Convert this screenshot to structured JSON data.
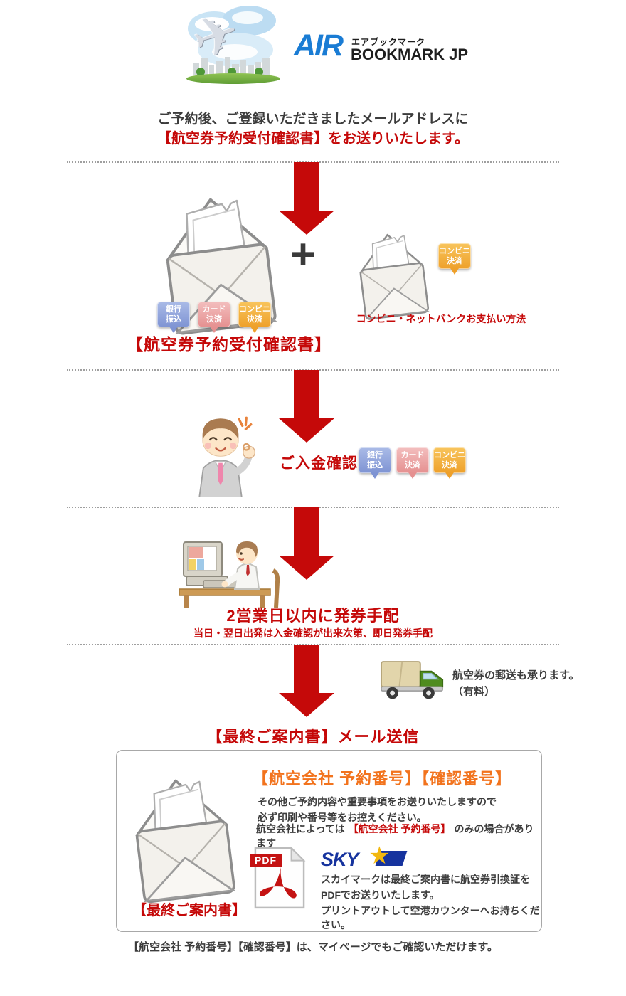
{
  "logo": {
    "air": "AIR",
    "kana": "エアブックマーク",
    "bookmark": "BOOKMARK JP",
    "plane_icon": "✈"
  },
  "intro": {
    "line1": "ご予約後、ご登録いただきましたメールアドレスに",
    "line2": "【航空券予約受付確認書】をお送りいたします。"
  },
  "payment_badges": [
    {
      "id": "bank-transfer",
      "line1": "銀行",
      "line2": "振込",
      "color": "#7e93d3"
    },
    {
      "id": "card-payment",
      "line1": "カード",
      "line2": "決済",
      "color": "#e59090"
    },
    {
      "id": "conbini-payment",
      "line1": "コンビニ",
      "line2": "決済",
      "color": "#eea02a"
    }
  ],
  "step1": {
    "envelope_label": "【航空券予約受付確認書】",
    "plus_sign": "+",
    "right_caption": "コンビニ・ネットバンクお支払い方法"
  },
  "step2": {
    "label": "ご入金確認"
  },
  "step3": {
    "title": "2営業日以内に発券手配",
    "subtitle": "当日・翌日出発は入金確認が出来次第、即日発券手配"
  },
  "step4": {
    "shipping_line1": "航空券の郵送も承ります。",
    "shipping_line2": "（有料）",
    "mail_title": "【最終ご案内書】メール送信"
  },
  "final_box": {
    "envelope_label": "【最終ご案内書】",
    "heading": "【航空会社 予約番号】【確認番号】",
    "body_line1": "その他ご予約内容や重要事項をお送りいたしますので",
    "body_line2": "必ず印刷や番号等をお控えください。",
    "note_prefix": "航空会社によっては",
    "note_red": "【航空会社 予約番号】",
    "note_suffix": "のみの場合があります",
    "pdf_badge": "PDF",
    "sky_logo_text": "SKY",
    "sky_star": "★",
    "sky_line1": "スカイマークは最終ご案内書に航空券引換証を",
    "sky_line2": "PDFでお送りいたします。",
    "sky_line3": "プリントアウトして空港カウンターへお持ちください。"
  },
  "footer": "【航空会社 予約番号】【確認番号】は、マイページでもご確認いただけます。",
  "colors": {
    "accent_red": "#c50808",
    "orange_heading": "#f2731d",
    "dark_text": "#3c3c3c",
    "logo_blue": "#1a7cd4",
    "sky_logo_blue": "#16339e",
    "badge_bank": "#7e93d3",
    "badge_card": "#e59090",
    "badge_conbini": "#eea02a"
  }
}
